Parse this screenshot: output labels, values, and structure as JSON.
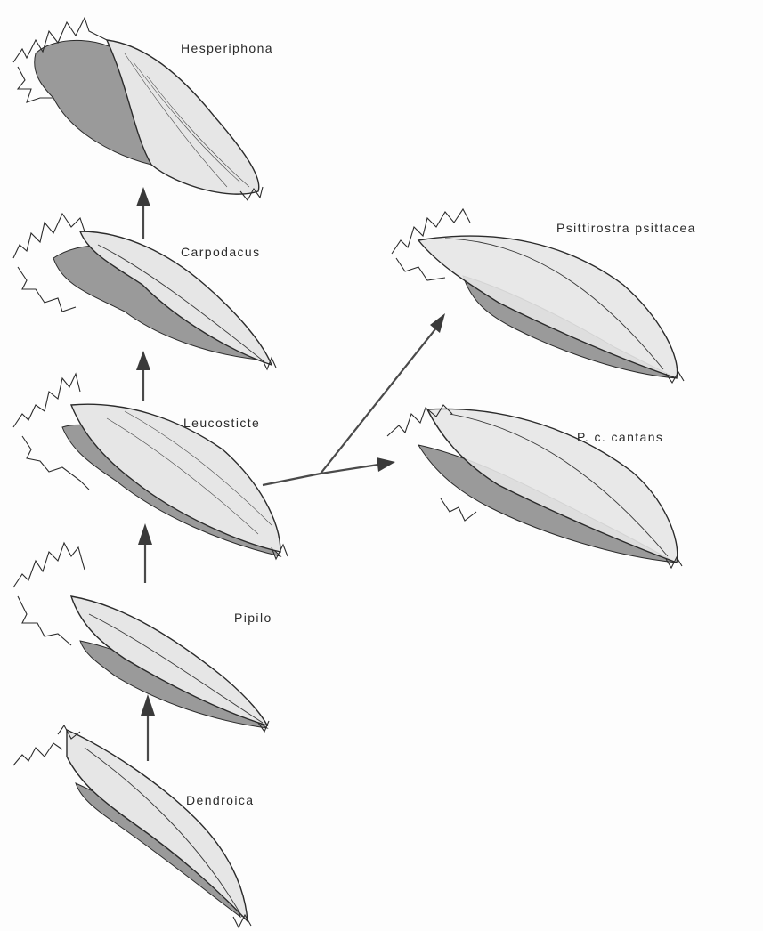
{
  "figure": {
    "specimens": [
      {
        "id": "hesperiphona",
        "label": "Hesperiphona"
      },
      {
        "id": "carpodacus",
        "label": "Carpodacus"
      },
      {
        "id": "leucosticte",
        "label": "Leucosticte"
      },
      {
        "id": "pipilo",
        "label": "Pipilo"
      },
      {
        "id": "dendroica",
        "label": "Dendroica"
      },
      {
        "id": "psittirostra-psittacea",
        "label": "Psittirostra psittacea"
      },
      {
        "id": "p-c-cantans",
        "label": "P. c. cantans"
      }
    ]
  },
  "colors": {
    "background": "#fdfdfd",
    "ink": "#2b2b2b",
    "shading": "#9a9a9a",
    "fill": "#e6e6e6"
  }
}
